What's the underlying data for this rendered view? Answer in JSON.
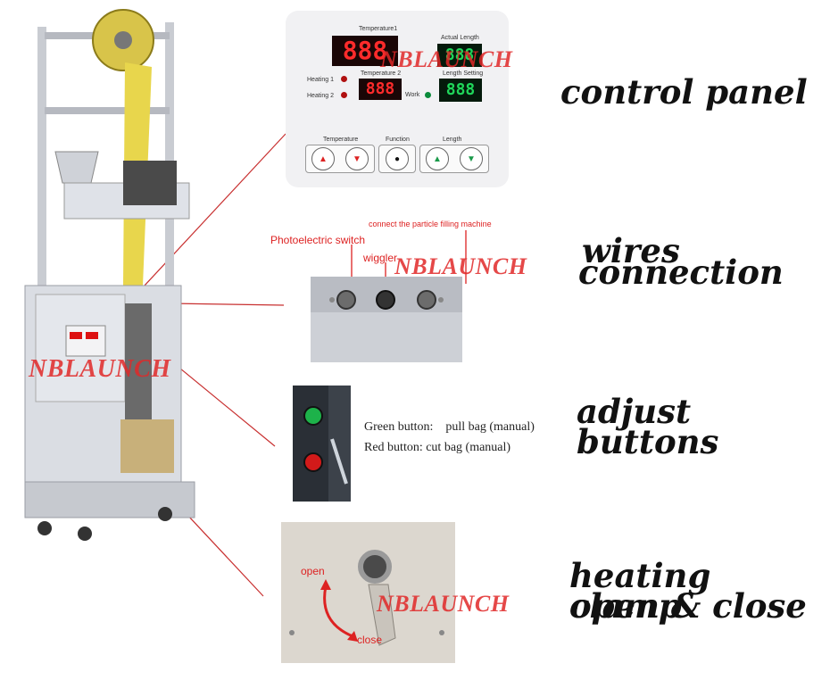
{
  "headings": {
    "control_panel": "control panel",
    "wires_line1": "wires",
    "wires_line2": "connection",
    "adjust_line1": "adjust",
    "adjust_line2": "buttons",
    "heating_line1": "heating clamp",
    "heating_line2": "open & close"
  },
  "watermark": "NBLAUNCH",
  "control_panel": {
    "temp1_label": "Temperature1",
    "temp1_value": "888",
    "heating1_label": "Heating 1",
    "heating2_label": "Heating 2",
    "temp2_label": "Temperature 2",
    "temp2_value": "888",
    "actual_length_label": "Actual Length",
    "actual_length_value": "888",
    "length_setting_label": "Length Setting",
    "length_setting_value": "888",
    "work_label": "Work",
    "temperature_group": "Temperature",
    "function_group": "Function",
    "length_group": "Length"
  },
  "wires": {
    "particle_label": "connect the particle filling machine",
    "photo_label": "Photoelectric switch",
    "wiggler_label": "wiggler"
  },
  "buttons_text": {
    "green": "Green button:    pull bag (manual)",
    "red": "Red button: cut bag (manual)"
  },
  "clamp": {
    "open": "open",
    "close": "close"
  },
  "colors": {
    "accent": "#c83030",
    "watermark": "#e12828",
    "led_red": "#ff2b2b",
    "led_green": "#1fd65a"
  }
}
